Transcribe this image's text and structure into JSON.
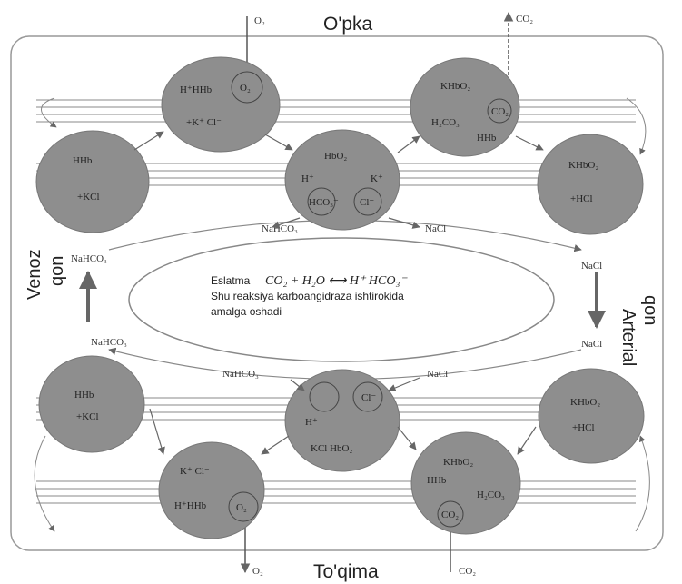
{
  "diagram": {
    "top_title": "O'pka",
    "bottom_title": "To'qima",
    "left_label_1": "Venoz",
    "left_label_2": "qon",
    "right_label_1": "Arterial",
    "right_label_2": "qon",
    "gas_top_left": "O₂",
    "gas_top_right": "CO₂",
    "gas_bottom_left": "O₂",
    "gas_bottom_right": "CO₂",
    "cells": {
      "top_left": [
        "H⁺HHb",
        "O₂",
        "+K⁺  Cl⁻"
      ],
      "top_right": [
        "KHbO₂",
        "CO₂",
        "H₂CO₃",
        "HHb"
      ],
      "upper_left": [
        "HHb",
        "+KCl"
      ],
      "center_top": [
        "HbO₂",
        "H⁺",
        "K⁺",
        "HCO₃⁻",
        "Cl⁻"
      ],
      "upper_right": [
        "KHbO₂",
        "+HCl"
      ],
      "center_bottom": [
        "H⁺",
        "Cl⁻",
        "KCl HbO₂"
      ],
      "lower_left": [
        "HHb",
        "+KCl"
      ],
      "lower_right": [
        "KHbO₂",
        "+HCl"
      ],
      "bottom_left": [
        "K⁺  Cl⁻",
        "H⁺HHb",
        "O₂"
      ],
      "bottom_right": [
        "KHbO₂",
        "HHb",
        "H₂CO₃",
        "CO₂"
      ]
    },
    "salts": {
      "top_nahco3": "NaHCO₃",
      "top_nacl": "NaCl",
      "left_nahco3_upper": "NaHCO₃",
      "left_nahco3_lower": "NaHCO₃",
      "right_nacl_upper": "NaCl",
      "right_nacl_lower": "NaCl",
      "bottom_nahco3": "NaHCO₃",
      "bottom_nacl": "NaCl"
    },
    "note": {
      "title": "Eslatma",
      "formula": "CO₂ + H₂O ⟷ H⁺ HCO₃⁻",
      "line1": "Shu reaksiya karboangidraza ishtirokida",
      "line2": "amalga oshadi"
    }
  }
}
